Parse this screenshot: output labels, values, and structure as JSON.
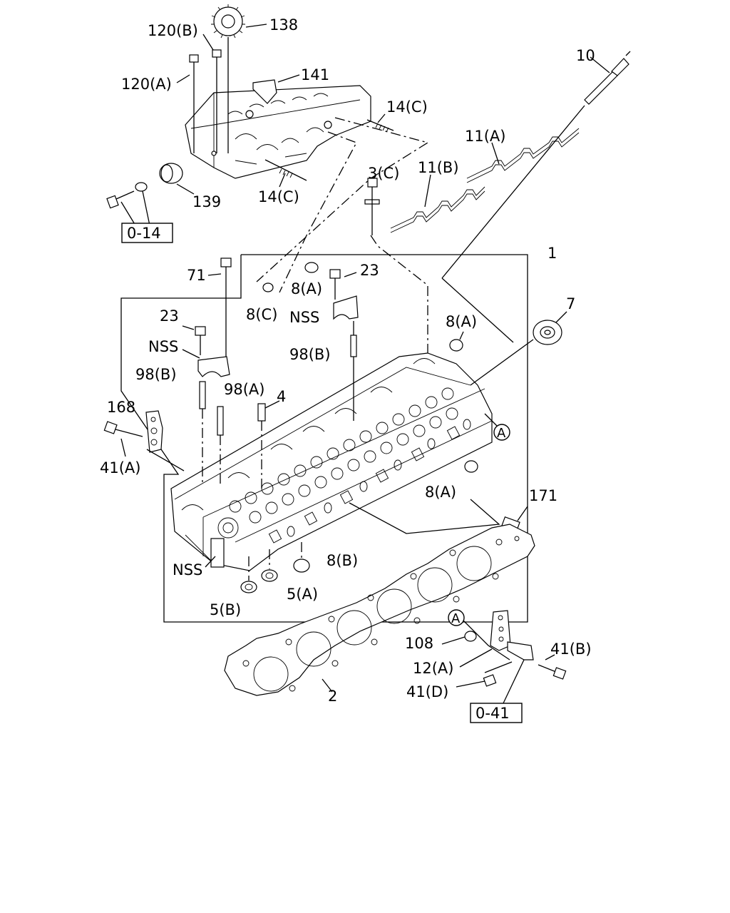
{
  "labels": {
    "p138": "138",
    "p120b": "120(B)",
    "p120a": "120(A)",
    "p141": "141",
    "p14c_top": "14(C)",
    "p14c_bot": "14(C)",
    "p139": "139",
    "p10": "10",
    "p11a": "11(A)",
    "p11b": "11(B)",
    "p3c": "3(C)",
    "p1": "1",
    "p71": "71",
    "p8a_top": "8(A)",
    "p8c": "8(C)",
    "p23_right": "23",
    "nss_top": "NSS",
    "p23_left": "23",
    "nss_left": "NSS",
    "p98b_right": "98(B)",
    "p98b_left": "98(B)",
    "p98a": "98(A)",
    "p4": "4",
    "p8a_right": "8(A)",
    "p7": "7",
    "p168": "168",
    "p41a": "41(A)",
    "p8a_lower": "8(A)",
    "p171": "171",
    "nss_bottom": "NSS",
    "p8b": "8(B)",
    "p5a": "5(A)",
    "p5b": "5(B)",
    "p108": "108",
    "p12a": "12(A)",
    "p41b": "41(B)",
    "p41d": "41(D)",
    "p2": "2"
  },
  "refs": {
    "ref_0_14": "0-14",
    "ref_0_41": "0-41",
    "circle_a1": "A",
    "circle_a2": "A"
  }
}
